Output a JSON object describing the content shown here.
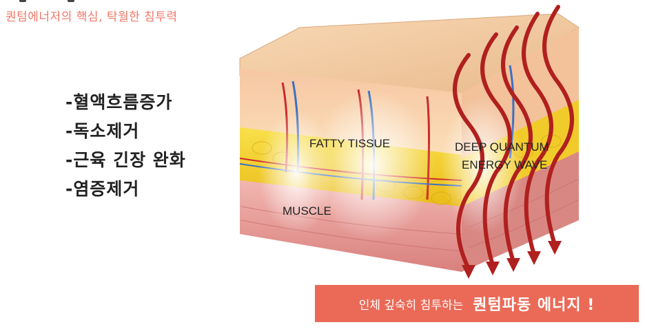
{
  "subtitle": "퀀텀에너저의 핵심, 탁월한 침투력",
  "benefits": [
    "-혈액흐름증가",
    "-독소제거",
    "-근육 긴장 완화",
    "-염증제거"
  ],
  "diagram": {
    "fatty_tissue": "FATTY TISSUE",
    "wave_line1": "DEEP QUANTUM",
    "wave_line2": "ENERGY WAVE",
    "muscle": "MUSCLE"
  },
  "banner": {
    "lead": "인체 깊숙히 침투하는",
    "emphasis": "퀀텀파동 에너지 !"
  },
  "colors": {
    "accent": "#ea6a57",
    "subtitle": "#f07868",
    "wave": "#b0201e",
    "fat": "#f5d21a",
    "muscle": "#e9a0a0"
  }
}
